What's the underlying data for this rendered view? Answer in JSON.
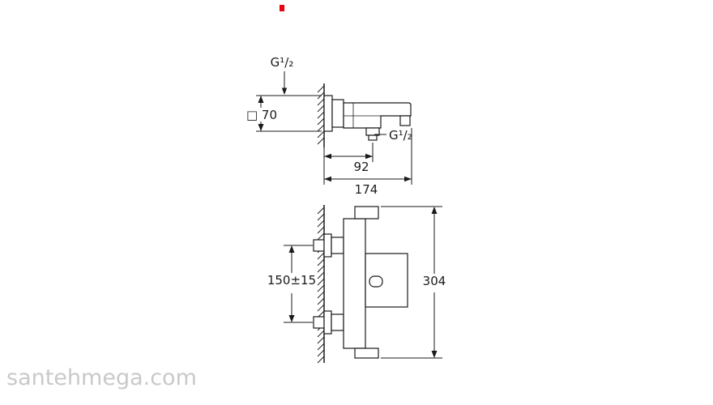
{
  "colors": {
    "background": "#ffffff",
    "line": "#1a1a1a",
    "watermark": "#c9c9c9",
    "accent_mark": "#e8000d"
  },
  "watermark": {
    "text": "santehmega.com"
  },
  "top_view": {
    "labels": {
      "inlet_thread": "G¹/₂",
      "outlet_thread": "G¹/₂",
      "flange_size": "□ 70",
      "wall_to_outlet": "92",
      "projection": "174"
    }
  },
  "bottom_view": {
    "labels": {
      "inlet_spacing": "150±15",
      "overall_height": "304"
    }
  }
}
